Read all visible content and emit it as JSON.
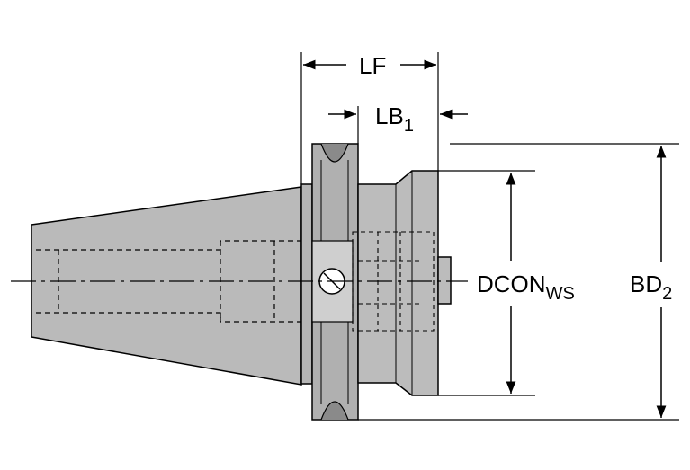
{
  "dimensions": {
    "lf": {
      "base": "LF",
      "sub": ""
    },
    "lb1": {
      "base": "LB",
      "sub": "1"
    },
    "dcon_ws": {
      "base": "DCON",
      "sub": "WS"
    },
    "bd2": {
      "base": "BD",
      "sub": "2"
    }
  },
  "colors": {
    "body": "#b9b9b9",
    "body_dark": "#7a7a7a",
    "line": "#000000"
  }
}
